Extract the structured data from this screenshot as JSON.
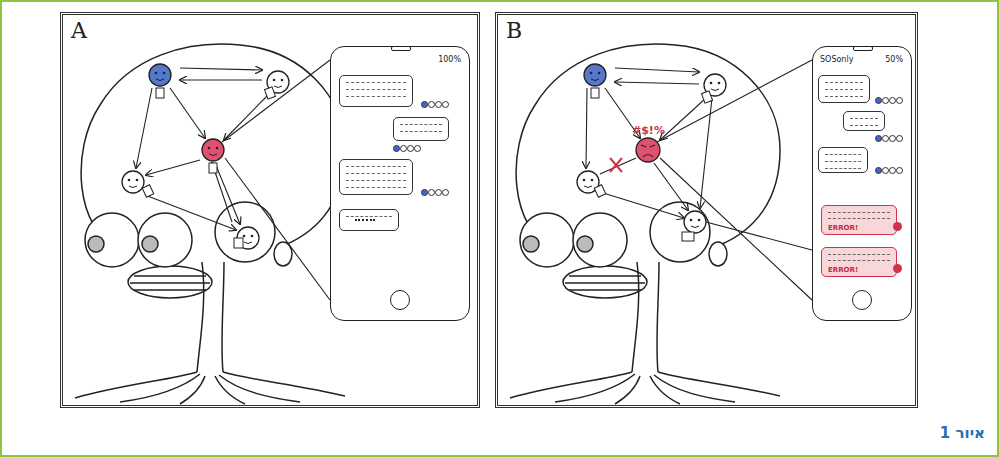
{
  "diagram": {
    "caption": "איור 1",
    "nodes": [
      {
        "text": [
          "A"
        ]
      },
      {
        "text": [
          "100%"
        ],
        "in": 0
      },
      {
        "text": [
          "B"
        ]
      },
      {
        "text": [
          "SOSonly",
          "50%"
        ],
        "in": 2
      },
      {
        "text": [
          "ERROR!"
        ],
        "in": 3
      },
      {
        "text": [
          "ERROR!"
        ],
        "in": 3
      }
    ],
    "labels": [
      "#$!%"
    ]
  }
}
